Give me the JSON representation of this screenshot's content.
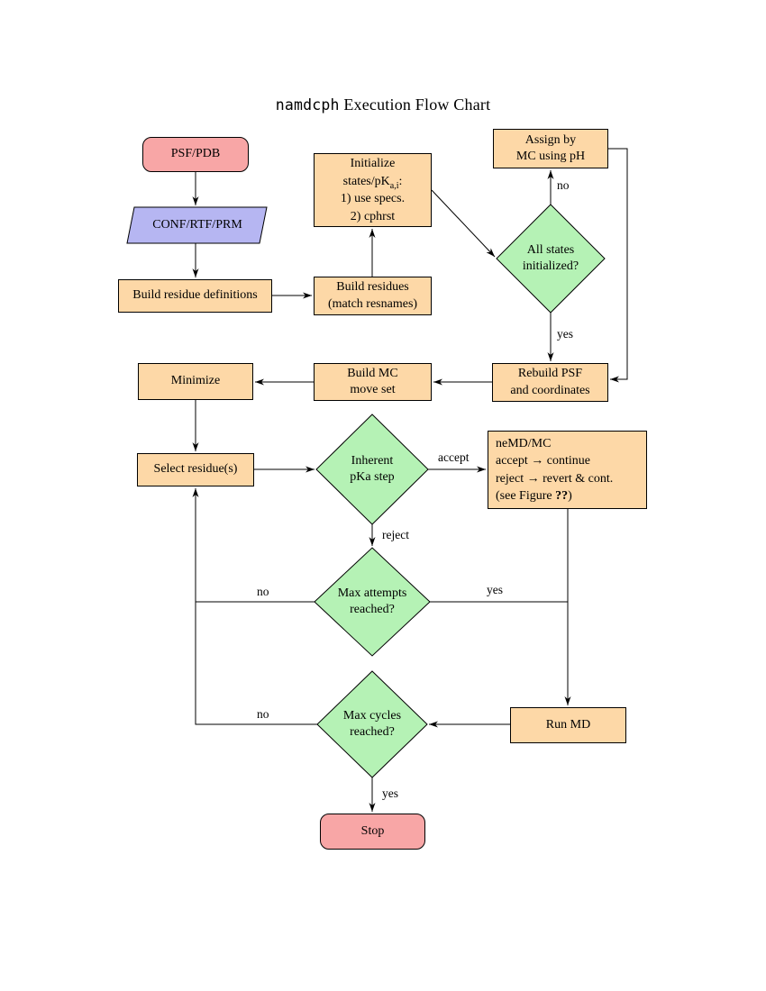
{
  "title": {
    "mono": "namdcph",
    "rest": " Execution Flow Chart"
  },
  "colors": {
    "pink": "#f8a6a6",
    "purple": "#b6b6f2",
    "orange": "#fdd8a7",
    "green": "#b5f2b5",
    "border": "#000000"
  },
  "nodes": {
    "psf_pdb": {
      "label": "PSF/PDB"
    },
    "conf_rtf_prm": {
      "label": "CONF/RTF/PRM"
    },
    "build_residue_definitions": {
      "label": "Build residue definitions"
    },
    "build_residues": {
      "label": "Build residues\n(match resnames)"
    },
    "initialize_states": {
      "line1": "Initialize",
      "line2_pre": "states/pK",
      "line2_sub": "a,i",
      "line2_post": ":",
      "line3": "1) use specs.",
      "line4": "2) cphrst"
    },
    "assign_by_mc": {
      "label": "Assign by\nMC using pH"
    },
    "all_states_initialized": {
      "label": "All states\ninitialized?"
    },
    "rebuild_psf": {
      "label": "Rebuild PSF\nand coordinates"
    },
    "build_mc_move_set": {
      "label": "Build MC\nmove set"
    },
    "minimize": {
      "label": "Minimize"
    },
    "select_residues": {
      "label": "Select residue(s)"
    },
    "inherent_pka_step": {
      "label": "Inherent\npKa step"
    },
    "nemd_mc": {
      "line1": "neMD/MC",
      "line2": "accept → continue",
      "line3": "reject → revert & cont.",
      "line4_pre": "(see Figure ",
      "line4_bold": "??",
      "line4_post": ")"
    },
    "max_attempts_reached": {
      "label": "Max attempts\nreached?"
    },
    "max_cycles_reached": {
      "label": "Max cycles\nreached?"
    },
    "run_md": {
      "label": "Run MD"
    },
    "stop": {
      "label": "Stop"
    }
  },
  "edge_labels": {
    "no_assign": "no",
    "yes_rebuild": "yes",
    "accept": "accept",
    "reject": "reject",
    "no_max_attempts": "no",
    "yes_max_attempts": "yes",
    "no_max_cycles": "no",
    "yes_stop": "yes"
  }
}
